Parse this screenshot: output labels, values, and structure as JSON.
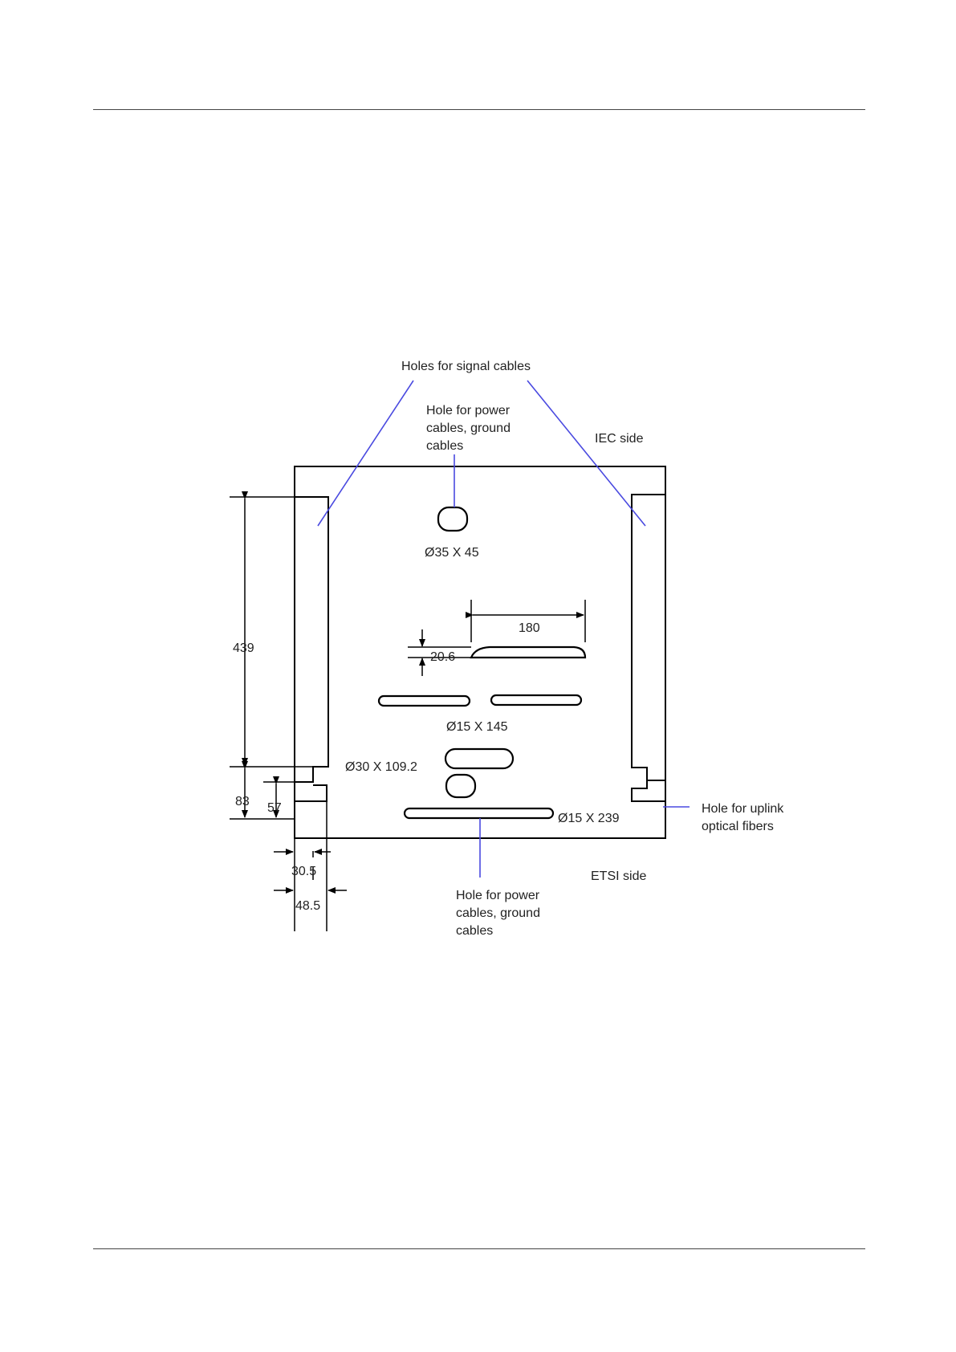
{
  "colors": {
    "leader": "#4a4ae0",
    "line": "#000000"
  },
  "labels": {
    "signal_holes": "Holes for signal cables",
    "power_hole_top": [
      "Hole for power",
      "cables, ground",
      "cables"
    ],
    "iec_side": "IEC side",
    "etsi_side": "ETSI side",
    "uplink_hole": [
      "Hole for uplink",
      "optical fibers"
    ],
    "power_hole_bottom": [
      "Hole for power",
      "cables, ground",
      "cables"
    ]
  },
  "dimensions": {
    "hole_35x45": "Ø35 X 45",
    "width_180": "180",
    "height_20_6": "20.6",
    "slot_15x145": "Ø15 X 145",
    "slot_30x109_2": "Ø30 X 109.2",
    "slot_15x239": "Ø15 X 239",
    "height_439": "439",
    "height_83": "83",
    "height_57": "57",
    "width_30_5": "30.5",
    "width_48_5": "48.5"
  }
}
